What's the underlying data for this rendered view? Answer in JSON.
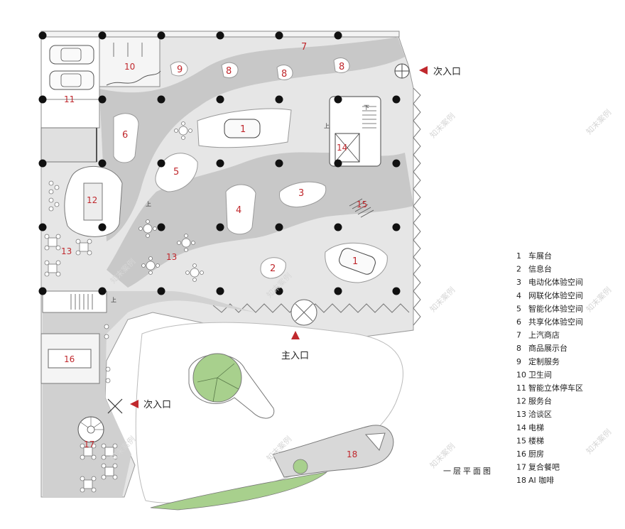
{
  "plan_title": "一层平面图",
  "entrances": {
    "main": "主入口",
    "secondary_east": "次入口",
    "secondary_west": "次入口"
  },
  "stair_marks": {
    "up": "上",
    "down": "下"
  },
  "watermark": "知末案例",
  "zone_labels": {
    "z1": "1",
    "z1b": "1",
    "z2": "2",
    "z3": "3",
    "z4": "4",
    "z5": "5",
    "z6": "6",
    "z7": "7",
    "z8a": "8",
    "z8b": "8",
    "z8c": "8",
    "z9": "9",
    "z10": "10",
    "z11": "11",
    "z12": "12",
    "z13a": "13",
    "z13b": "13",
    "z14": "14",
    "z15": "15",
    "z16": "16",
    "z17": "17",
    "z18": "18"
  },
  "legend": [
    {
      "num": "1",
      "label": "车展台"
    },
    {
      "num": "2",
      "label": "信息台"
    },
    {
      "num": "3",
      "label": "电动化体验空间"
    },
    {
      "num": "4",
      "label": "网联化体验空间"
    },
    {
      "num": "5",
      "label": "智能化体验空间"
    },
    {
      "num": "6",
      "label": "共享化体验空间"
    },
    {
      "num": "7",
      "label": "上汽商店"
    },
    {
      "num": "8",
      "label": "商品展示台"
    },
    {
      "num": "9",
      "label": "定制服务"
    },
    {
      "num": "10",
      "label": "卫生间"
    },
    {
      "num": "11",
      "label": "智能立体停车区"
    },
    {
      "num": "12",
      "label": "服务台"
    },
    {
      "num": "13",
      "label": "洽谈区"
    },
    {
      "num": "14",
      "label": "电梯"
    },
    {
      "num": "15",
      "label": "楼梯"
    },
    {
      "num": "16",
      "label": "厨房"
    },
    {
      "num": "17",
      "label": "复合餐吧"
    },
    {
      "num": "18",
      "label": "AI 咖啡"
    }
  ],
  "colors": {
    "floor_light": "#e8e8e8",
    "floor_mid": "#d4d4d4",
    "path_dark": "#bdbdbd",
    "column": "#111111",
    "label_red": "#c0282d",
    "green": "#a8d08d"
  }
}
